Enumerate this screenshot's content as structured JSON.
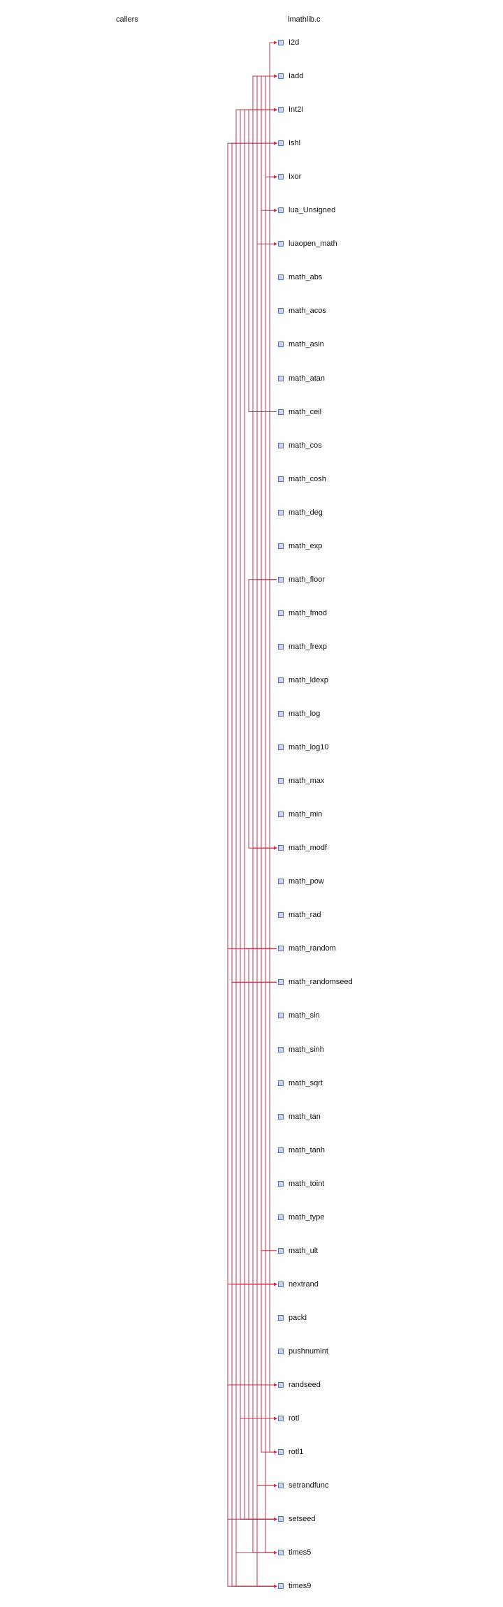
{
  "headers": {
    "callers": "callers",
    "file": "lmathlib.c"
  },
  "colors": {
    "edge": "#c0304a",
    "box_fill": "#c8d4f0",
    "box_border": "#5a6fb0"
  },
  "functions": [
    "I2d",
    "Iadd",
    "Int2I",
    "Ishl",
    "Ixor",
    "lua_Unsigned",
    "luaopen_math",
    "math_abs",
    "math_acos",
    "math_asin",
    "math_atan",
    "math_ceil",
    "math_cos",
    "math_cosh",
    "math_deg",
    "math_exp",
    "math_floor",
    "math_fmod",
    "math_frexp",
    "math_ldexp",
    "math_log",
    "math_log10",
    "math_max",
    "math_min",
    "math_modf",
    "math_pow",
    "math_rad",
    "math_random",
    "math_randomseed",
    "math_sin",
    "math_sinh",
    "math_sqrt",
    "math_tan",
    "math_tanh",
    "math_toint",
    "math_type",
    "math_ult",
    "nextrand",
    "packI",
    "pushnumint",
    "randseed",
    "rotl",
    "rotl1",
    "setrandfunc",
    "setseed",
    "times5",
    "times9"
  ],
  "calls": [
    {
      "from": "math_floor",
      "to": "I2d"
    },
    {
      "from": "math_randomseed",
      "to": "Iadd"
    },
    {
      "from": "rotl",
      "to": "Iadd"
    },
    {
      "from": "times9",
      "to": "Iadd"
    },
    {
      "from": "times5",
      "to": "Iadd"
    },
    {
      "from": "math_ceil",
      "to": "Int2I"
    },
    {
      "from": "math_random",
      "to": "Int2I"
    },
    {
      "from": "setseed",
      "to": "Int2I"
    },
    {
      "from": "nextrand",
      "to": "Int2I"
    },
    {
      "from": "math_randomseed",
      "to": "Ishl"
    },
    {
      "from": "nextrand",
      "to": "Ishl"
    },
    {
      "from": "rotl1",
      "to": "Ixor"
    },
    {
      "from": "times5",
      "to": "Ixor"
    },
    {
      "from": "math_ult",
      "to": "lua_Unsigned"
    },
    {
      "from": "setrandfunc",
      "to": "luaopen_math"
    },
    {
      "from": "math_ceil",
      "to": "math_modf"
    },
    {
      "from": "math_floor",
      "to": "math_modf"
    },
    {
      "from": "math_random",
      "to": "nextrand"
    },
    {
      "from": "rotl",
      "to": "nextrand"
    },
    {
      "from": "times9",
      "to": "nextrand"
    },
    {
      "from": "math_randomseed",
      "to": "randseed"
    },
    {
      "from": "setseed",
      "to": "randseed"
    },
    {
      "from": "nextrand",
      "to": "rotl"
    },
    {
      "from": "randseed",
      "to": "rotl"
    },
    {
      "from": "nextrand",
      "to": "rotl1"
    },
    {
      "from": "math_floor",
      "to": "setrandfunc"
    },
    {
      "from": "math_modf",
      "to": "setseed"
    },
    {
      "from": "math_random",
      "to": "setseed"
    },
    {
      "from": "nextrand",
      "to": "setseed"
    },
    {
      "from": "rotl",
      "to": "setseed"
    },
    {
      "from": "math_randomseed",
      "to": "times5"
    },
    {
      "from": "nextrand",
      "to": "times9"
    },
    {
      "from": "math_random",
      "to": "times9"
    }
  ]
}
